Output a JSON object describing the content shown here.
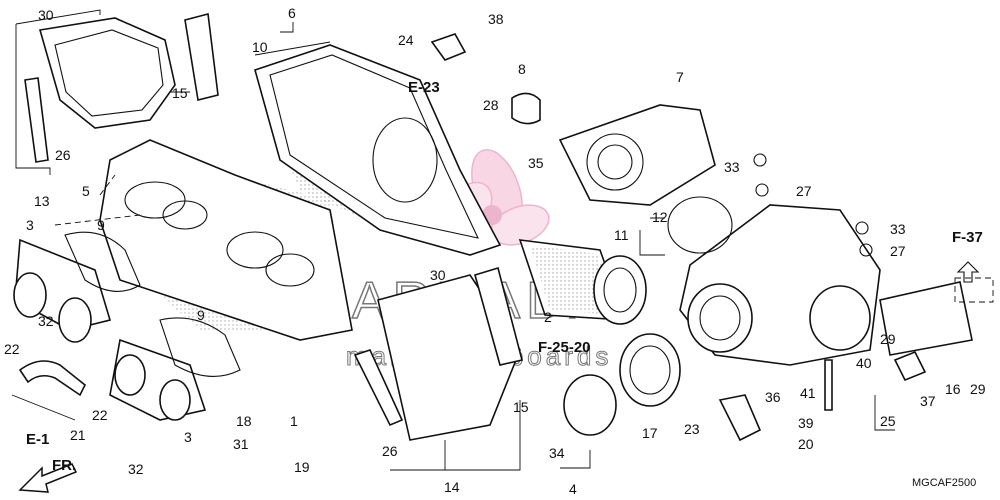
{
  "diagram": {
    "callouts": [
      {
        "id": "c30a",
        "text": "30"
      },
      {
        "id": "c15",
        "text": "15"
      },
      {
        "id": "c26a",
        "text": "26"
      },
      {
        "id": "c13",
        "text": "13"
      },
      {
        "id": "c5",
        "text": "5"
      },
      {
        "id": "c6",
        "text": "6"
      },
      {
        "id": "c10",
        "text": "10"
      },
      {
        "id": "c24",
        "text": "24"
      },
      {
        "id": "c38",
        "text": "38"
      },
      {
        "id": "c8",
        "text": "8"
      },
      {
        "id": "c7",
        "text": "7"
      },
      {
        "id": "c28",
        "text": "28"
      },
      {
        "id": "c35",
        "text": "35"
      },
      {
        "id": "c33a",
        "text": "33"
      },
      {
        "id": "c27a",
        "text": "27"
      },
      {
        "id": "c12",
        "text": "12"
      },
      {
        "id": "c11",
        "text": "11"
      },
      {
        "id": "c33b",
        "text": "33"
      },
      {
        "id": "c27b",
        "text": "27"
      },
      {
        "id": "c3a",
        "text": "3"
      },
      {
        "id": "c9a",
        "text": "9"
      },
      {
        "id": "c32a",
        "text": "32"
      },
      {
        "id": "c22a",
        "text": "22"
      },
      {
        "id": "c22b",
        "text": "22"
      },
      {
        "id": "c21",
        "text": "21"
      },
      {
        "id": "c9b",
        "text": "9"
      },
      {
        "id": "c3b",
        "text": "3"
      },
      {
        "id": "c32b",
        "text": "32"
      },
      {
        "id": "c18",
        "text": "18"
      },
      {
        "id": "c1",
        "text": "1"
      },
      {
        "id": "c31",
        "text": "31"
      },
      {
        "id": "c19",
        "text": "19"
      },
      {
        "id": "c30b",
        "text": "30"
      },
      {
        "id": "c2",
        "text": "2"
      },
      {
        "id": "c26b",
        "text": "26"
      },
      {
        "id": "c14",
        "text": "14"
      },
      {
        "id": "c15b",
        "text": "15"
      },
      {
        "id": "c34",
        "text": "34"
      },
      {
        "id": "c4",
        "text": "4"
      },
      {
        "id": "c17",
        "text": "17"
      },
      {
        "id": "c23",
        "text": "23"
      },
      {
        "id": "c36",
        "text": "36"
      },
      {
        "id": "c41",
        "text": "41"
      },
      {
        "id": "c39",
        "text": "39"
      },
      {
        "id": "c20",
        "text": "20"
      },
      {
        "id": "c40",
        "text": "40"
      },
      {
        "id": "c25",
        "text": "25"
      },
      {
        "id": "c37",
        "text": "37"
      },
      {
        "id": "c29a",
        "text": "29"
      },
      {
        "id": "c29b",
        "text": "29"
      },
      {
        "id": "c16",
        "text": "16"
      }
    ],
    "references": {
      "e23": "E-23",
      "f37": "F-37",
      "f2520": "F-25-20",
      "e1": "E-1",
      "front": "FR."
    },
    "watermark": {
      "brand": "ARMADA",
      "tagline": "marine outboards"
    },
    "diagram_code": "MGCAF2500"
  }
}
